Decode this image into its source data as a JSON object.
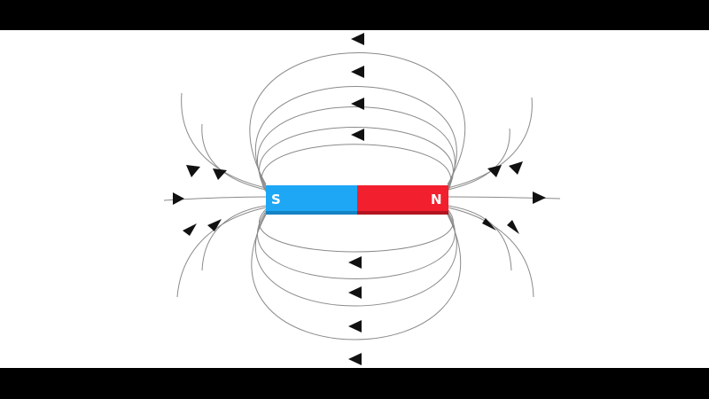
{
  "diagram": {
    "type": "bar-magnet-field-lines",
    "magnet": {
      "south_label": "S",
      "north_label": "N",
      "south_color": "#1ea7f5",
      "north_color": "#f2202e",
      "south_shadow_color": "#1583c4",
      "north_shadow_color": "#b3141f"
    },
    "colors": {
      "background": "#ffffff",
      "letterbox": "#000000",
      "field_line": "#8a8a8a",
      "arrow": "#111111"
    },
    "arrow_direction": "north-to-south"
  }
}
